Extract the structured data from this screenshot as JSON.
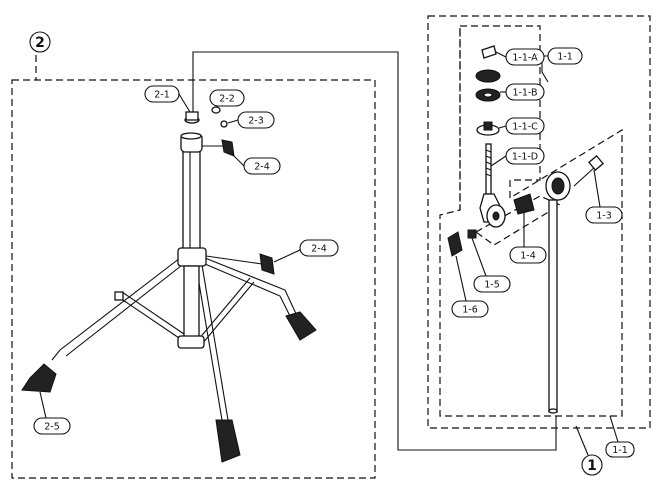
{
  "assembly_numbers": [
    "2",
    "1"
  ],
  "labels": {
    "p2_1": "2-1",
    "p2_2": "2-2",
    "p2_3": "2-3",
    "p2_4a": "2-4",
    "p2_4b": "2-4",
    "p2_5": "2-5",
    "p1_1": "1-1",
    "p1_1_a": "1-1-A",
    "p1_1_b": "1-1-B",
    "p1_1_c": "1-1-C",
    "p1_1_d": "1-1-D",
    "p1_3": "1-3",
    "p1_4": "1-4",
    "p1_5": "1-5",
    "p1_6": "1-6",
    "p1_1_bottom": "1-1"
  }
}
